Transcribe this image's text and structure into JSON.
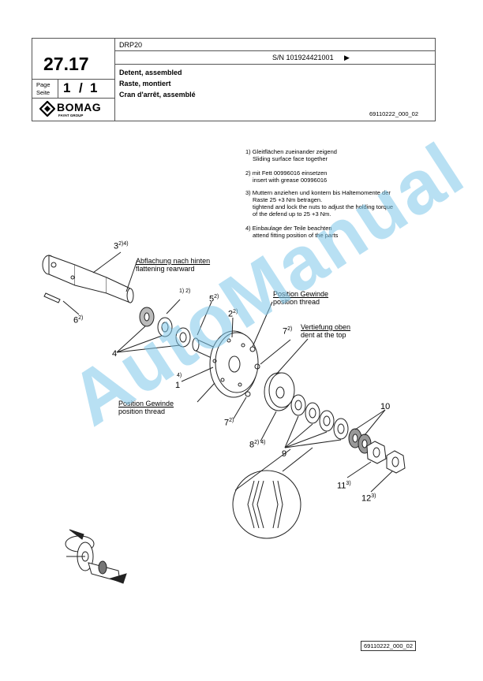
{
  "header": {
    "model": "DRP20",
    "serial": "S/N 101924421001",
    "serial_arrow": "▶",
    "section_number": "27.17",
    "page_label_de": "Page",
    "page_label_en": "Seite",
    "page_value": "1",
    "page_sep": "/",
    "page_total": "1",
    "title_en": "Detent, assembled",
    "title_de": "Raste, montiert",
    "title_fr": "Cran d'arrêt, assemblé",
    "drawing_number": "69110222_000_02",
    "brand": {
      "name": "BOMAG",
      "sub": "FAYAT GROUP",
      "icon": "bomag-diamond-logo"
    }
  },
  "notes": [
    {
      "num": "1)",
      "lines": [
        "Gleitflächen zueinander zeigend",
        "Sliding surface face together"
      ]
    },
    {
      "num": "2)",
      "lines": [
        "mit Fett 00996016 einsetzen",
        "insert with grease 00996016"
      ]
    },
    {
      "num": "3)",
      "lines": [
        "Muttern anziehen und kontern bis Haltemomente der",
        "Raste 25 +3 Nm betragen.",
        "tightend and lock the nuts to adjust the holding torque",
        "of the defend up to 25 +3 Nm."
      ]
    },
    {
      "num": "4)",
      "lines": [
        "Einbaulage der Teile beachten",
        "attend fitting position of the parts"
      ]
    }
  ],
  "callouts": {
    "c3": "3",
    "c3_sup": "2)4)",
    "c6": "6",
    "c6_sup": "2)",
    "c4": "4",
    "c1a_sup": "1) 2)",
    "c5": "5",
    "c5_sup": "2)",
    "c2": "2",
    "c2_sup": "2)",
    "c7a": "7",
    "c7a_sup": "2)",
    "c4b_sup": "4)",
    "c1b": "1",
    "c7b": "7",
    "c7b_sup": "2)",
    "c8": "8",
    "c8_sup": "2) 4)",
    "c9": "9",
    "c10": "10",
    "c11": "11",
    "c11_sup": "3)",
    "c12": "12",
    "c12_sup": "3)"
  },
  "captions": {
    "flattening": [
      "Abflachung nach hinten",
      "flattening rearward"
    ],
    "pos_thread_top": [
      "Position Gewinde",
      "position thread"
    ],
    "dent_top": [
      "Vertiefung oben",
      "dent at the top"
    ],
    "pos_thread_left": [
      "Position Gewinde",
      "position thread"
    ]
  },
  "watermark": "AutoManual",
  "footer_code": "69110222_000_02"
}
